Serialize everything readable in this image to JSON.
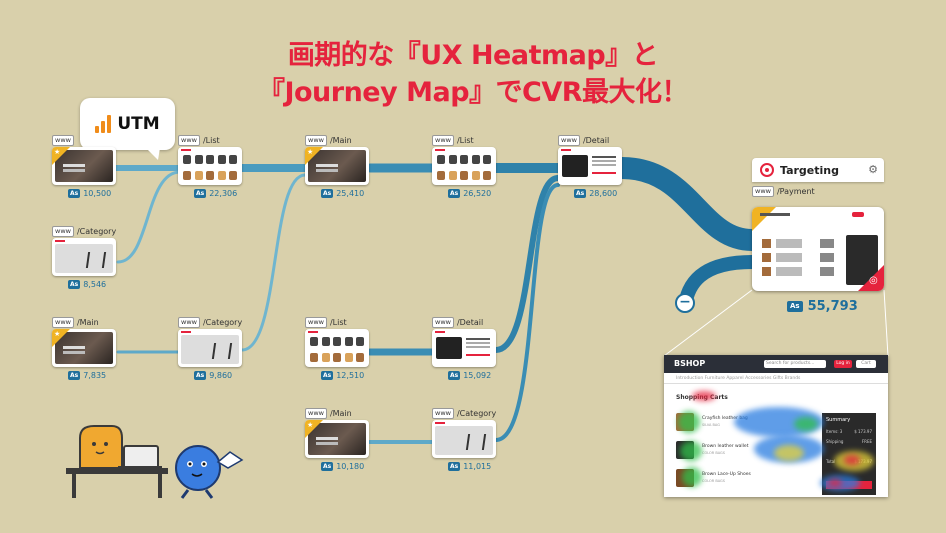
{
  "title": {
    "line1": "画期的な『UX Heatmap』と",
    "line2": "『Journey Map』でCVR最大化！"
  },
  "utm": {
    "label": "UTM"
  },
  "www": "www",
  "as_badge": "As",
  "nodes": {
    "n1": {
      "path": "",
      "count": "10,500"
    },
    "n2": {
      "path": "/List",
      "count": "22,306"
    },
    "n3": {
      "path": "/Main",
      "count": "25,410"
    },
    "n4": {
      "path": "/List",
      "count": "26,520"
    },
    "n5": {
      "path": "/Detail",
      "count": "28,600"
    },
    "n6": {
      "path": "/Category",
      "count": "8,546"
    },
    "n7": {
      "path": "/Main",
      "count": "7,835"
    },
    "n8": {
      "path": "/Category",
      "count": "9,860"
    },
    "n9": {
      "path": "/List",
      "count": "12,510"
    },
    "n10": {
      "path": "/Detail",
      "count": "15,092"
    },
    "n11": {
      "path": "/Main",
      "count": "10,180"
    },
    "n12": {
      "path": "/Category",
      "count": "11,015"
    }
  },
  "targeting": {
    "label": "Targeting",
    "path": "/Payment",
    "count": "55,793"
  },
  "heatmap": {
    "brand": "BSHOP",
    "search_placeholder": "Search for products...",
    "login": "Log in",
    "cart": "Cart",
    "nav": "Introduction   Furniture   Apparel   Accessories   Gifts   Brands",
    "heading": "Shopping Carts",
    "items": [
      {
        "name": "Crayfish leather bag",
        "sub": "SILVA BAG"
      },
      {
        "name": "Brown leather wallet",
        "sub": "COLOR BAGS"
      },
      {
        "name": "Brown Lace-Up Shoes",
        "sub": "COLOR BAGS"
      }
    ],
    "summary": {
      "title": "Summary",
      "rows": [
        [
          "Items: 3",
          "$ 173.97"
        ],
        [
          "Shipping",
          "FREE"
        ],
        [
          "Total",
          "$ 173.97"
        ]
      ]
    }
  },
  "colors": {
    "accent": "#e5233d",
    "flow": "#1f6f9c",
    "background": "#d9d0ab",
    "badge": "#f0b323"
  }
}
